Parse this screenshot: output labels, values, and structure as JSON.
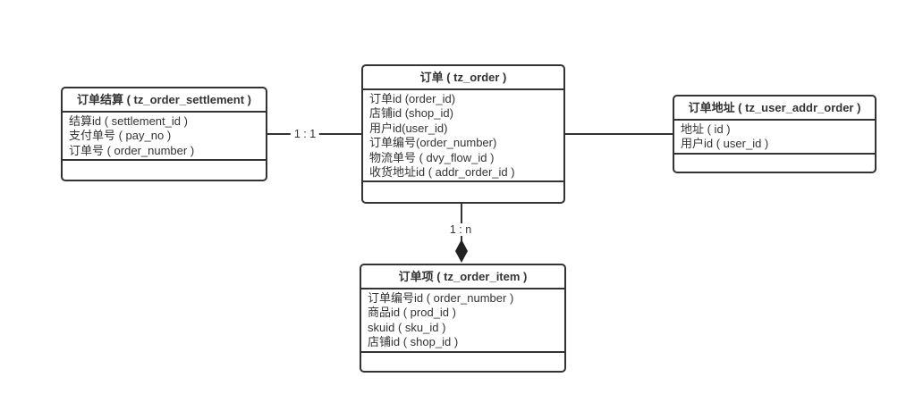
{
  "diagram": {
    "entities": {
      "settlement": {
        "title": "订单结算 ( tz_order_settlement )",
        "fields": [
          "结算id ( settlement_id )",
          "支付单号 ( pay_no )",
          "订单号 ( order_number )"
        ]
      },
      "order": {
        "title": "订单 ( tz_order )",
        "fields": [
          "订单id (order_id)",
          "店铺id (shop_id)",
          "用户id(user_id)",
          "订单编号(order_number)",
          "物流单号 ( dvy_flow_id )",
          "收货地址id ( addr_order_id )"
        ]
      },
      "user_addr_order": {
        "title": "订单地址 ( tz_user_addr_order )",
        "fields": [
          "地址 ( id )",
          "用户id ( user_id )"
        ]
      },
      "order_item": {
        "title": "订单项 ( tz_order_item )",
        "fields": [
          "订单编号id ( order_number )",
          "商品id ( prod_id )",
          "skuid ( sku_id )",
          "店铺id ( shop_id )"
        ]
      }
    },
    "relations": {
      "settlement_to_order": {
        "label": "1 : 1"
      },
      "order_to_item": {
        "label": "1 : n"
      }
    },
    "colors": {
      "line": "#333333",
      "text": "#333333",
      "canvas": "#ffffff"
    }
  }
}
